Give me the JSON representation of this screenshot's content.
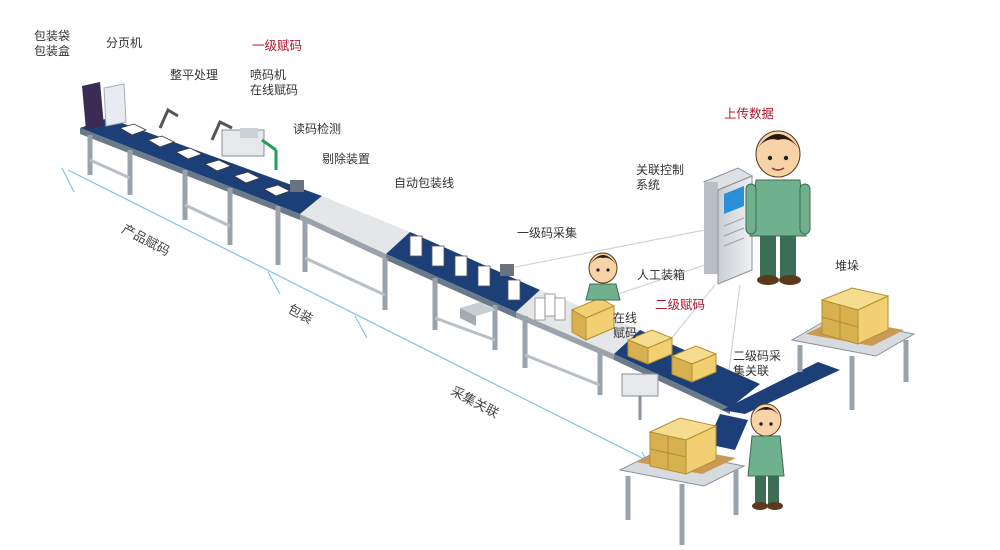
{
  "labels": {
    "package_bag": "包装袋\n包装盒",
    "page_splitter": "分页机",
    "leveling": "整平处理",
    "level1_coding": "一级赋码",
    "inkjet": "喷码机\n在线赋码",
    "read_check": "读码检测",
    "reject_device": "剔除装置",
    "auto_packing_line": "自动包装线",
    "level1_collect": "一级码采集",
    "assoc_control": "关联控制\n系统",
    "upload_data": "上传数据",
    "manual_boxing": "人工装箱",
    "level2_coding": "二级赋码",
    "online_coding": "在线\n赋码",
    "level2_collect": "二级码采\n集关联",
    "stacking": "堆垛"
  },
  "stages": {
    "product_coding": "产品赋码",
    "packing": "包装",
    "collect_assoc": "采集关联"
  },
  "colors": {
    "belt_blue": "#1d3f78",
    "frame_gray": "#9aa3ab",
    "box_yellow": "#f1cf72",
    "label_red": "#b0172f",
    "dimension_line": "#7fc4e6",
    "worker_shirt": "#6fb08e"
  },
  "icons": [
    "worker-icon",
    "box-icon",
    "scanner-icon",
    "printer-icon",
    "control-cabinet-icon",
    "conveyor-icon"
  ]
}
